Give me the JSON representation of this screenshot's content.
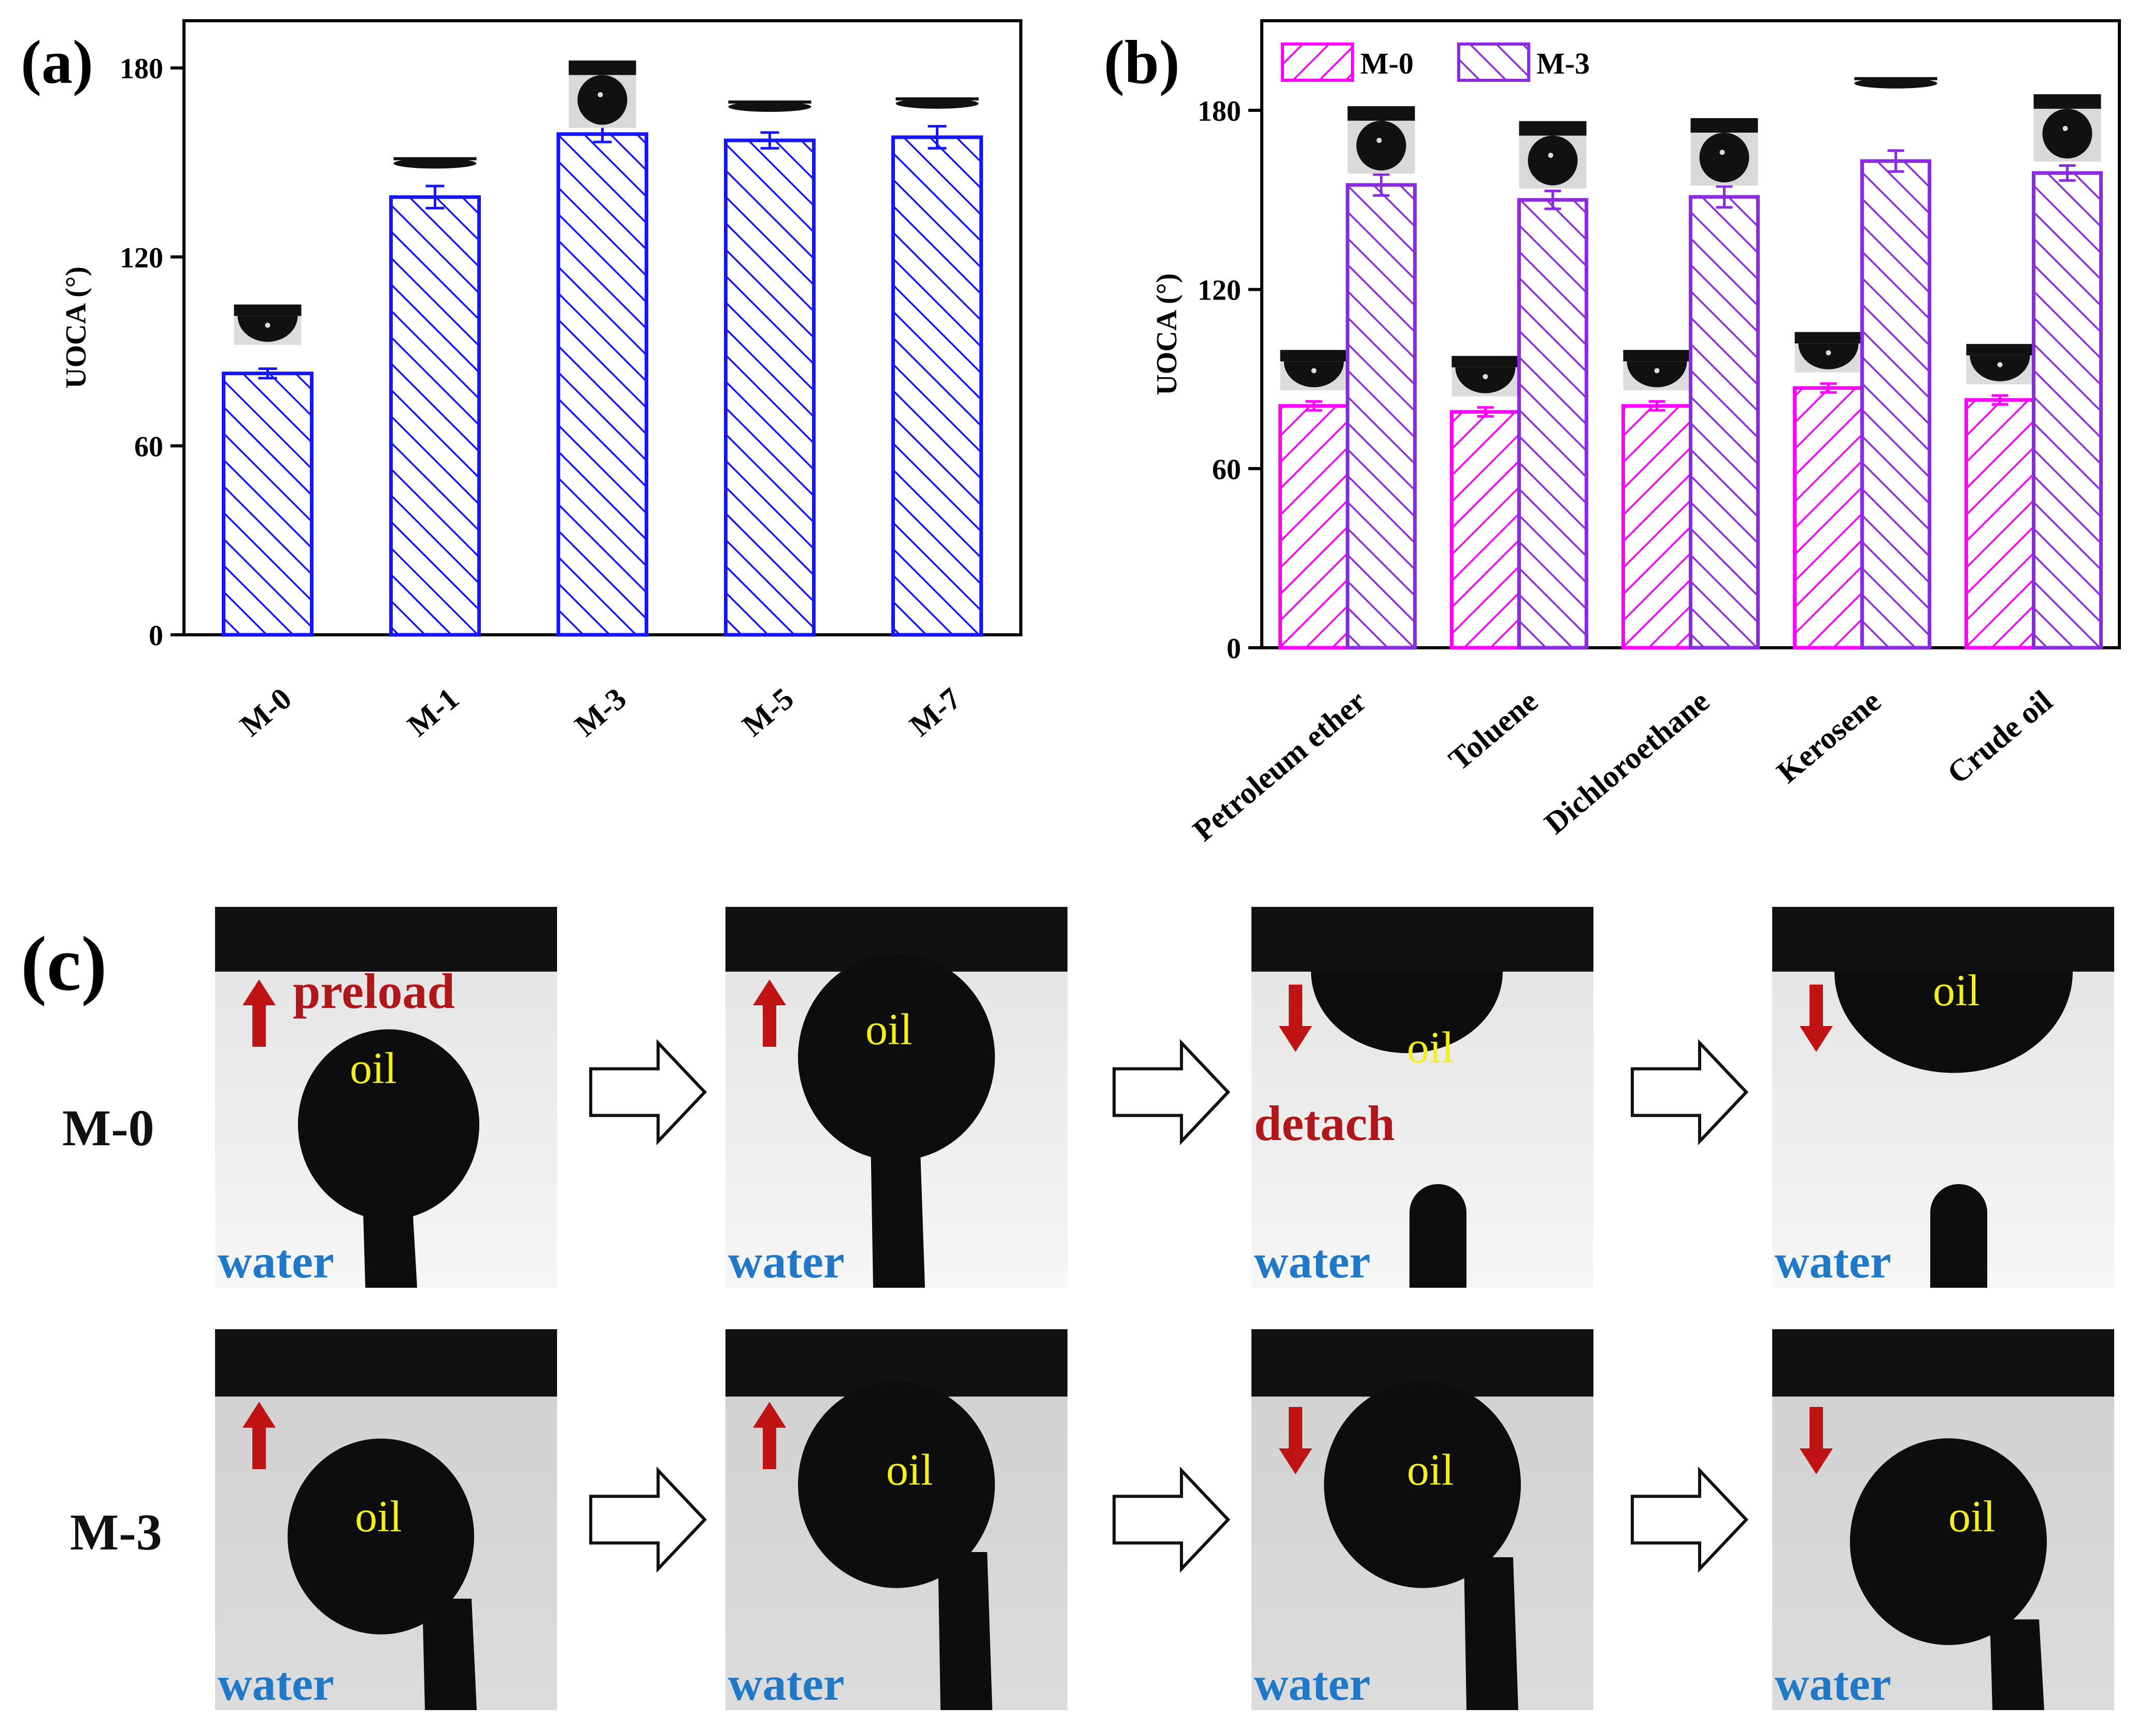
{
  "panel_labels": {
    "a": "(a)",
    "b": "(b)",
    "c": "(c)"
  },
  "colors": {
    "m0": "#ff00ff",
    "m3": "#8a2be2",
    "blue": "#1515ff",
    "arrow_red": "#c01414",
    "oil_text": "#f2ef1a",
    "water_text": "#1f78c8"
  },
  "chart_data": [
    {
      "type": "bar",
      "panel": "(a)",
      "ylabel": "UOCA (°)",
      "ylim": [
        0,
        195
      ],
      "yticks": [
        "0",
        "60",
        "120",
        "180"
      ],
      "categories": [
        "M-0",
        "M-1",
        "M-3",
        "M-5",
        "M-7"
      ],
      "series": [
        {
          "values": [
            83,
            139,
            159,
            157,
            158
          ],
          "errors": [
            1.5,
            3.5,
            2.5,
            2.5,
            3.5
          ],
          "color": "#1515ff",
          "hatch": "backslash"
        }
      ],
      "droplet_insets": true
    },
    {
      "type": "bar",
      "panel": "(b)",
      "ylabel": "UOCA  (°)",
      "ylim": [
        0,
        210
      ],
      "yticks": [
        "0",
        "60",
        "120",
        "180"
      ],
      "categories": [
        "Petroleum ether",
        "Toluene",
        "Dichloroethane",
        "Kerosene",
        "Crude oil"
      ],
      "legend": {
        "position": "top-left"
      },
      "series": [
        {
          "name": "M-0",
          "values": [
            81,
            79,
            81,
            87,
            83
          ],
          "errors": [
            1.5,
            1.5,
            1.5,
            1.5,
            1.5
          ],
          "color": "#ff00ff",
          "hatch": "slash"
        },
        {
          "name": "M-3",
          "values": [
            155,
            150,
            151,
            163,
            159
          ],
          "errors": [
            3.5,
            3,
            3.5,
            3.5,
            2.5
          ],
          "color": "#8a2be2",
          "hatch": "backslash"
        }
      ],
      "droplet_insets": true
    }
  ],
  "panel_c": {
    "rows": [
      {
        "label": "M-0",
        "frames": [
          {
            "oil": "oil",
            "water": "water",
            "arrow": "up",
            "action": "preload"
          },
          {
            "oil": "oil",
            "water": "water",
            "arrow": "up",
            "action": ""
          },
          {
            "oil": "oil",
            "water": "water",
            "arrow": "down",
            "action": "detach"
          },
          {
            "oil": "oil",
            "water": "water",
            "arrow": "down",
            "action": ""
          }
        ]
      },
      {
        "label": "M-3",
        "frames": [
          {
            "oil": "oil",
            "water": "water",
            "arrow": "up",
            "action": ""
          },
          {
            "oil": "oil",
            "water": "water",
            "arrow": "up",
            "action": ""
          },
          {
            "oil": "oil",
            "water": "water",
            "arrow": "down",
            "action": ""
          },
          {
            "oil": "oil",
            "water": "water",
            "arrow": "down",
            "action": ""
          }
        ]
      }
    ]
  }
}
